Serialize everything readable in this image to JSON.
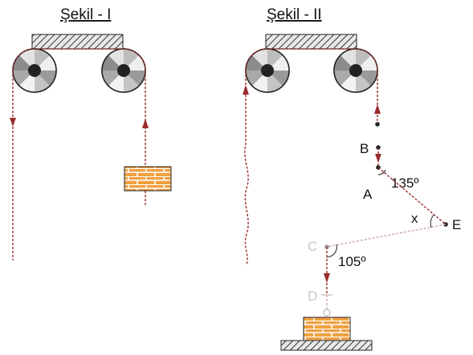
{
  "figure_1": {
    "title": "Şekil - I"
  },
  "figure_2": {
    "title": "Şekil - II",
    "points": {
      "a": "A",
      "b": "B",
      "c": "C",
      "d": "D",
      "e": "E"
    },
    "angles": {
      "at_a": "135º",
      "at_c": "105º",
      "at_e": "x"
    }
  },
  "colors": {
    "rope": "#9a2a2a",
    "brick": "#f0a040",
    "mortar": "#ffffff",
    "pulley_dark": "#444444",
    "pulley_light": "#dddddd"
  }
}
